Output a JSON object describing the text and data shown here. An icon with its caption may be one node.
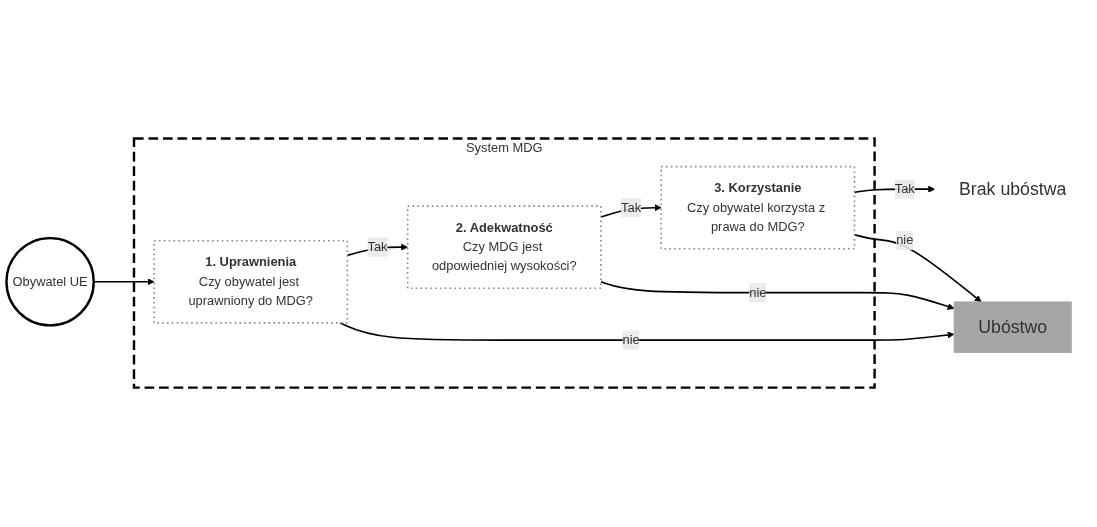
{
  "diagram": {
    "nodes": [
      {
        "text": [
          "Brak ubóstwa"
        ]
      },
      {
        "text": [
          "System MDG"
        ]
      },
      {
        "text": [
          "Obywatel UE"
        ]
      },
      {
        "text": [
          "1. Uprawnienia",
          "Czy obywatel jest uprawniony do MDG?"
        ],
        "in": 1
      },
      {
        "text": [
          "2. Adekwatność",
          "Czy MDG jest odpowiedniej wysokości?"
        ],
        "in": 1
      },
      {
        "text": [
          "3. Korzystanie",
          "Czy obywatel korzysta z prawa do MDG?"
        ],
        "in": 1
      },
      {
        "text": [
          "Ubóstwo"
        ]
      }
    ],
    "edges": [
      {
        "from": 2,
        "to": 3,
        "arrow": "to"
      },
      {
        "from": 3,
        "to": 4,
        "label": "Tak",
        "arrow": "to"
      },
      {
        "from": 4,
        "to": 5,
        "label": "Tak",
        "arrow": "to"
      },
      {
        "from": 5,
        "to": 0,
        "label": "Tak",
        "arrow": "to"
      },
      {
        "from": 3,
        "to": 6,
        "label": "nie",
        "arrow": "to"
      },
      {
        "from": 4,
        "to": 6,
        "label": "nie",
        "arrow": "to"
      },
      {
        "from": 5,
        "to": 6,
        "label": "nie",
        "arrow": "to"
      }
    ]
  }
}
